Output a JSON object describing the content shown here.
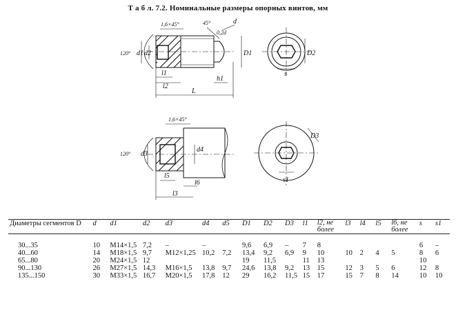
{
  "title": "Т а б л. 7.2. Номинальные размеры опорных винтов, мм",
  "drawing1": {
    "labels": [
      "1,6×45°",
      "45°",
      "d",
      "0,2d",
      "120°",
      "d1",
      "d2",
      "D1",
      "D2",
      "l1",
      "l2",
      "h1",
      "L",
      "s"
    ]
  },
  "drawing2": {
    "labels": [
      "1,6×45°",
      "120°",
      "d3",
      "d4",
      "l5",
      "l6",
      "l3",
      "D3",
      "s1"
    ]
  },
  "table": {
    "headers": [
      "Диаметры сегментов D",
      "d",
      "d1",
      "d2",
      "d3",
      "d4",
      "d5",
      "D1",
      "D2",
      "D3",
      "l1",
      "l2, не более",
      "l3",
      "l4",
      "l5",
      "l6, не более",
      "s",
      "s1"
    ],
    "rows": [
      {
        "seg": "30...35",
        "d": "10",
        "d1": "M14×1,5",
        "d2": "7,2",
        "d3": "–",
        "d4": "–",
        "d5": "",
        "D1": "9,6",
        "D2": "6,9",
        "D3": "–",
        "l1": "7",
        "l2": "8",
        "l3": "",
        "l4": "",
        "l5": "",
        "l6": "",
        "s": "6",
        "s1": "–"
      },
      {
        "seg": "40...60",
        "d": "14",
        "d1": "M18×1,5",
        "d2": "9,7",
        "d3": "M12×1,25",
        "d4": "10,2",
        "d5": "7,2",
        "D1": "13,4",
        "D2": "9,2",
        "D3": "6,9",
        "l1": "9",
        "l2": "10",
        "l3": "10",
        "l4": "2",
        "l5": "4",
        "l6": "5",
        "s": "8",
        "s1": "6"
      },
      {
        "seg": "65...80",
        "d": "20",
        "d1": "M24×1,5",
        "d2": "12",
        "d3": "",
        "d4": "",
        "d5": "",
        "D1": "19",
        "D2": "11,5",
        "D3": "",
        "l1": "11",
        "l2": "13",
        "l3": "",
        "l4": "",
        "l5": "",
        "l6": "",
        "s": "10",
        "s1": ""
      },
      {
        "seg": "90...130",
        "d": "26",
        "d1": "M27×1,5",
        "d2": "14,3",
        "d3": "M16×1,5",
        "d4": "13,8",
        "d5": "9,7",
        "D1": "24,6",
        "D2": "13,8",
        "D3": "9,2",
        "l1": "13",
        "l2": "15",
        "l3": "12",
        "l4": "3",
        "l5": "5",
        "l6": "6",
        "s": "12",
        "s1": "8"
      },
      {
        "seg": "135...150",
        "d": "30",
        "d1": "M33×1,5",
        "d2": "16,7",
        "d3": "M20×1,5",
        "d4": "17,8",
        "d5": "12",
        "D1": "29",
        "D2": "16,2",
        "D3": "11,5",
        "l1": "15",
        "l2": "17",
        "l3": "15",
        "l4": "7",
        "l5": "8",
        "l6": "14",
        "s": "10",
        "s1": "10"
      }
    ]
  }
}
